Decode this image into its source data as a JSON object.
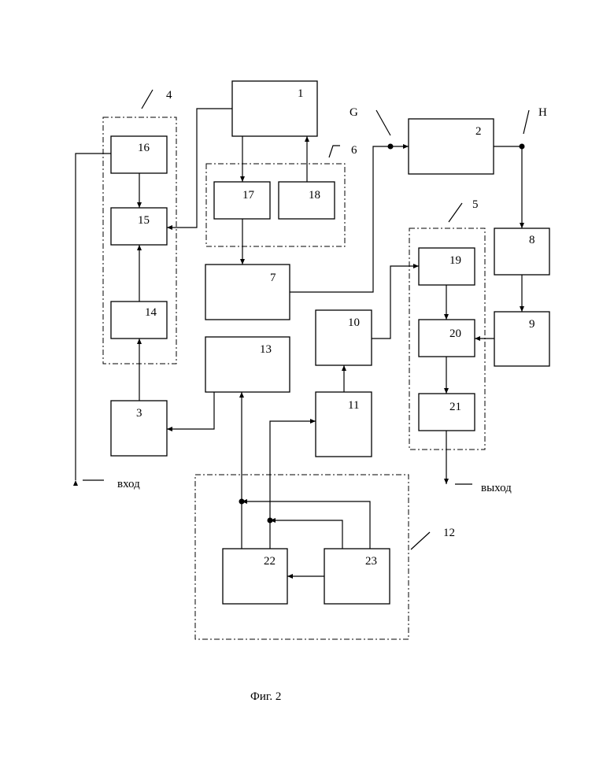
{
  "blocks": {
    "b1": "1",
    "b2": "2",
    "b3": "3",
    "b7": "7",
    "b8": "8",
    "b9": "9",
    "b10": "10",
    "b11": "11",
    "b13": "13",
    "b14": "14",
    "b15": "15",
    "b16": "16",
    "b17": "17",
    "b18": "18",
    "b19": "19",
    "b20": "20",
    "b21": "21",
    "b22": "22",
    "b23": "23"
  },
  "groups": {
    "g4": "4",
    "g5": "5",
    "g6": "6",
    "g12": "12"
  },
  "nodes": {
    "G": "G",
    "H": "H"
  },
  "io": {
    "input": "вход",
    "output": "выход"
  },
  "caption": "Фиг. 2"
}
